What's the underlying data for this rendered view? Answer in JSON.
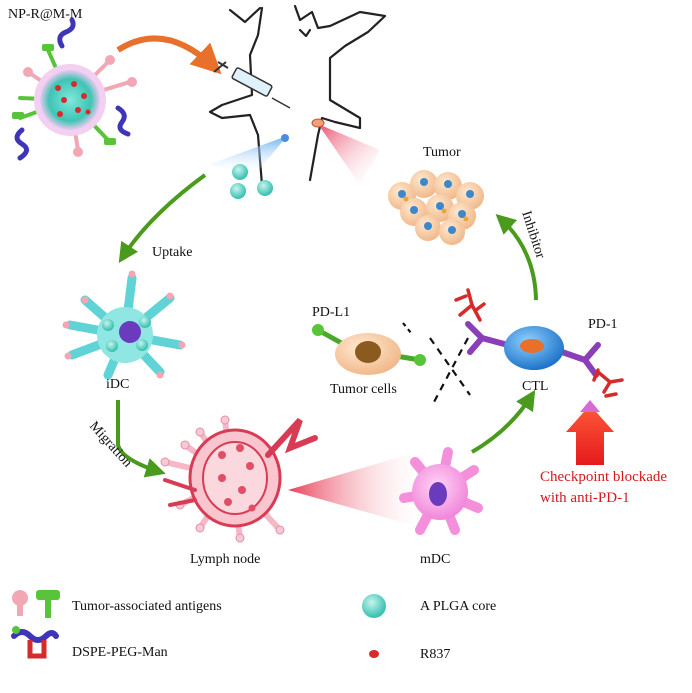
{
  "labels": {
    "nanoparticle": "NP-R@M-M",
    "tumor": "Tumor",
    "uptake": "Uptake",
    "inhibitor": "Inhibitor",
    "idc": "iDC",
    "pd_l1": "PD-L1",
    "pd_1": "PD-1",
    "tumor_cells": "Tumor cells",
    "ctl": "CTL",
    "migration": "Migration",
    "lymph_node": "Lymph node",
    "mdc": "mDC",
    "checkpoint_line1": "Checkpoint blockade",
    "checkpoint_line2": "with anti-PD-1"
  },
  "legend": {
    "antigens": "Tumor-associated antigens",
    "dspe": "DSPE-PEG-Man",
    "plga": "A PLGA core",
    "r837": "R837"
  },
  "colors": {
    "cycle_arrow": "#4a9a1e",
    "checkpoint_text": "#d7191c",
    "orange_arrow": "#e8702a",
    "plga_core": "#5fd3c6",
    "r837": "#d62b2b",
    "dspe": "#3f35b8",
    "antigen_pink": "#f2a7b5",
    "antigen_green": "#57c43a",
    "antibody_red": "#d62b2b",
    "receptor_purple": "#8a3fb8"
  }
}
